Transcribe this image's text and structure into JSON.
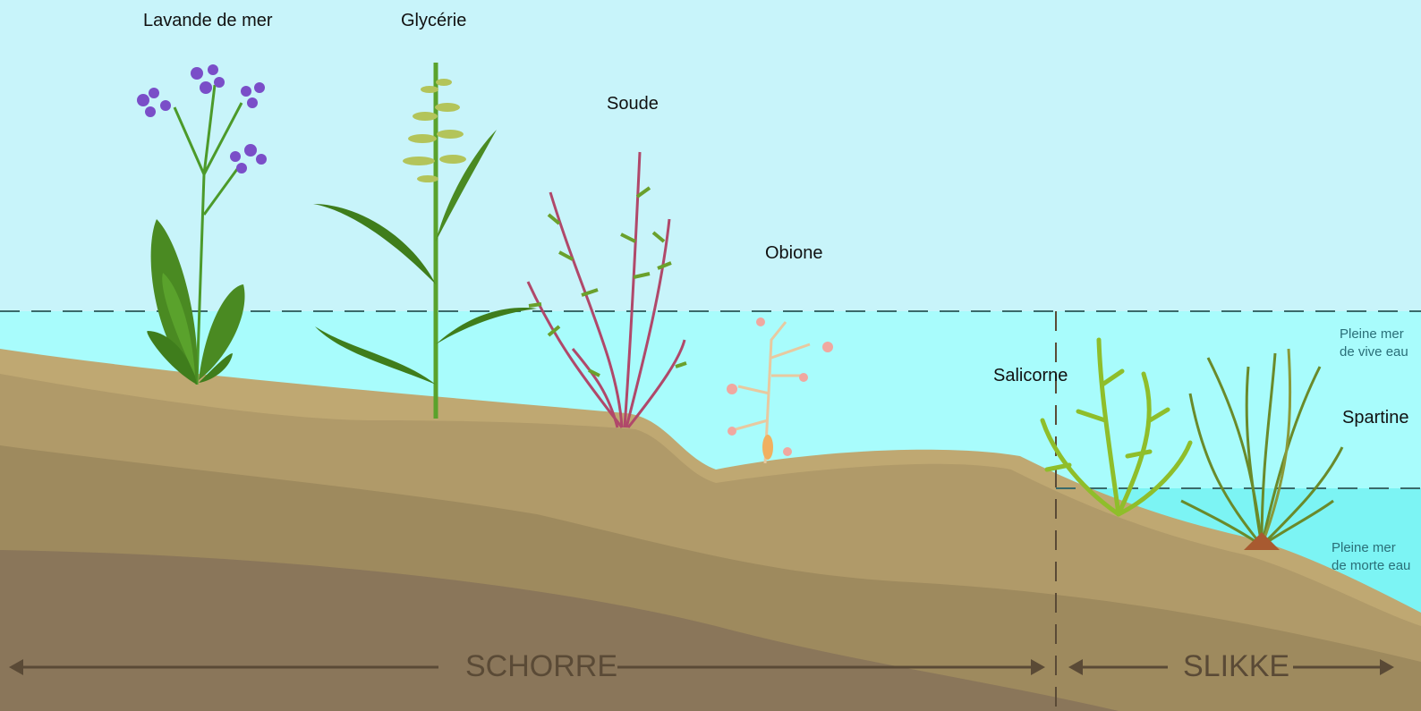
{
  "colors": {
    "sky": "#c8f4fa",
    "high_water": "#a8fcfc",
    "low_water": "#7cf4f4",
    "sand_light": "#bfa872",
    "sand_mid": "#b09a69",
    "sand_dark": "#9e8a5e",
    "sand_deep": "#8a765a",
    "arrow": "#5a4a36"
  },
  "plants": {
    "lavande": "Lavande de mer",
    "glycerie": "Glycérie",
    "soude": "Soude",
    "obione": "Obione",
    "salicorne": "Salicorne",
    "spartine": "Spartine"
  },
  "tides": {
    "vive_eau_line1": "Pleine mer",
    "vive_eau_line2": "de vive eau",
    "morte_eau_line1": "Pleine mer",
    "morte_eau_line2": "de morte eau"
  },
  "zones": {
    "schorre": "SCHORRE",
    "slikke": "SLIKKE"
  }
}
